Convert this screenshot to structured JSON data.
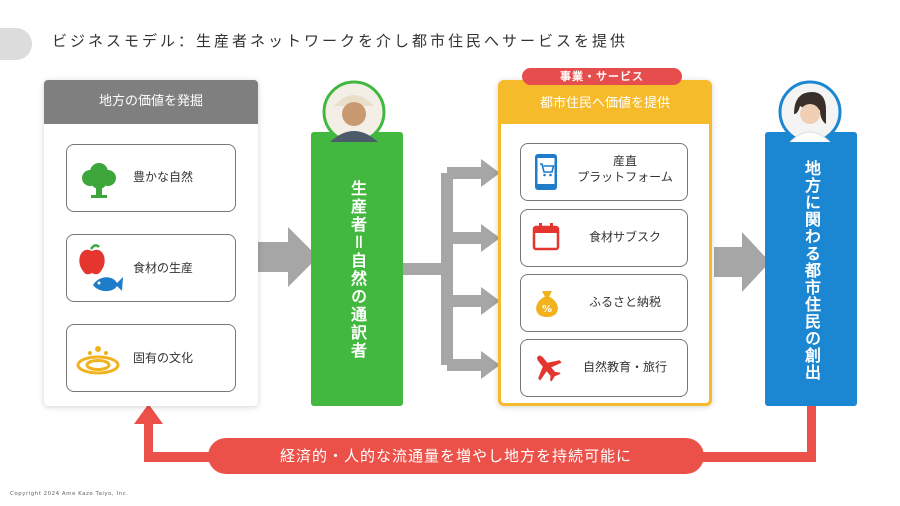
{
  "title": "ビジネスモデル：生産者ネットワークを介し都市住民へサービスを提供",
  "left_panel": {
    "header": "地方の価値を発掘",
    "items": [
      {
        "label": "豊かな自然",
        "icon": "tree-icon"
      },
      {
        "label": "食材の生産",
        "icon": "apple-fish-icon"
      },
      {
        "label": "固有の文化",
        "icon": "ripple-icon"
      }
    ]
  },
  "producer": {
    "label": "生産者＝自然の通訳者"
  },
  "services_panel": {
    "badge": "事業・サービス",
    "header": "都市住民へ価値を提供",
    "items": [
      {
        "label": "産直\nプラットフォーム",
        "icon": "smartphone-cart-icon"
      },
      {
        "label": "食材サブスク",
        "icon": "calendar-icon"
      },
      {
        "label": "ふるさと納税",
        "icon": "money-bag-icon",
        "icon_text": "%"
      },
      {
        "label": "自然教育・旅行",
        "icon": "airplane-icon"
      }
    ]
  },
  "city": {
    "label": "地方に関わる都市住民の創出"
  },
  "feedback": {
    "label": "経済的・人的な流通量を増やし地方を持続可能に"
  },
  "copyright": "Copyright 2024 Ame Kaze Taiyo, Inc.",
  "colors": {
    "gray_header": "#7f7f7f",
    "green": "#42b83e",
    "yellow": "#f6bb2a",
    "badge_red": "#e64d4d",
    "blue": "#1b86d2",
    "feedback_red": "#ec5149",
    "arrow_gray": "#a6a6a6"
  }
}
